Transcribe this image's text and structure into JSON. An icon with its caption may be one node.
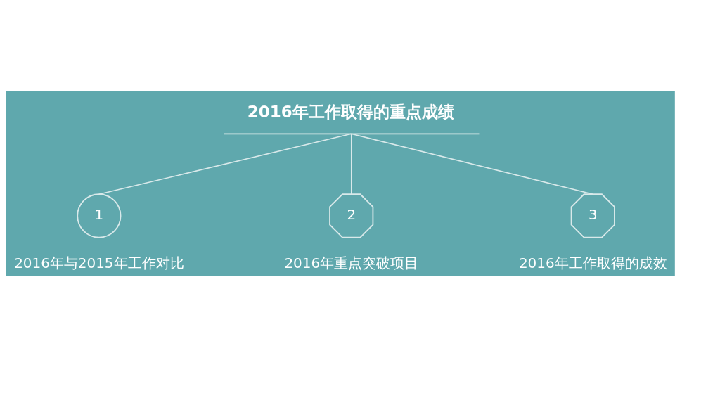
{
  "diagram": {
    "nodes": [
      {
        "text": [
          "2016年工作取得的重点成绩"
        ]
      },
      {
        "text": [
          "1"
        ],
        "beside": [
          "2016年与2015年工作对比"
        ]
      },
      {
        "text": [
          "2"
        ],
        "beside": [
          "2016年重点突破项目"
        ]
      },
      {
        "text": [
          "3"
        ],
        "beside": [
          "2016年工作取得的成效"
        ]
      }
    ],
    "edges": [
      {
        "from": 0,
        "to": 1,
        "arrow": "none"
      },
      {
        "from": 0,
        "to": 2,
        "arrow": "none"
      },
      {
        "from": 0,
        "to": 3,
        "arrow": "none"
      }
    ]
  }
}
